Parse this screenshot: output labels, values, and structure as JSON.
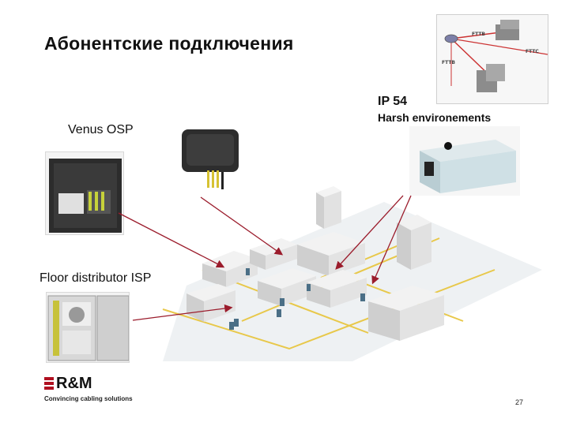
{
  "slide": {
    "title": "Абонентские подключения",
    "page_number": "27"
  },
  "labels": {
    "venus_osp": "Venus OSP",
    "ip54": "IP 54",
    "harsh": "Harsh environements",
    "floor_isp": "Floor distributor ISP"
  },
  "network_diagram": {
    "fttb_top": "FTTB",
    "fttc": "FTTC",
    "fttb_bottom": "FTTB"
  },
  "logo": {
    "brand": "R&M",
    "tagline": "Convincing cabling solutions"
  },
  "colors": {
    "arrow": "#9b1c2c",
    "cable": "#e8c84a",
    "brand_red": "#b01020"
  }
}
